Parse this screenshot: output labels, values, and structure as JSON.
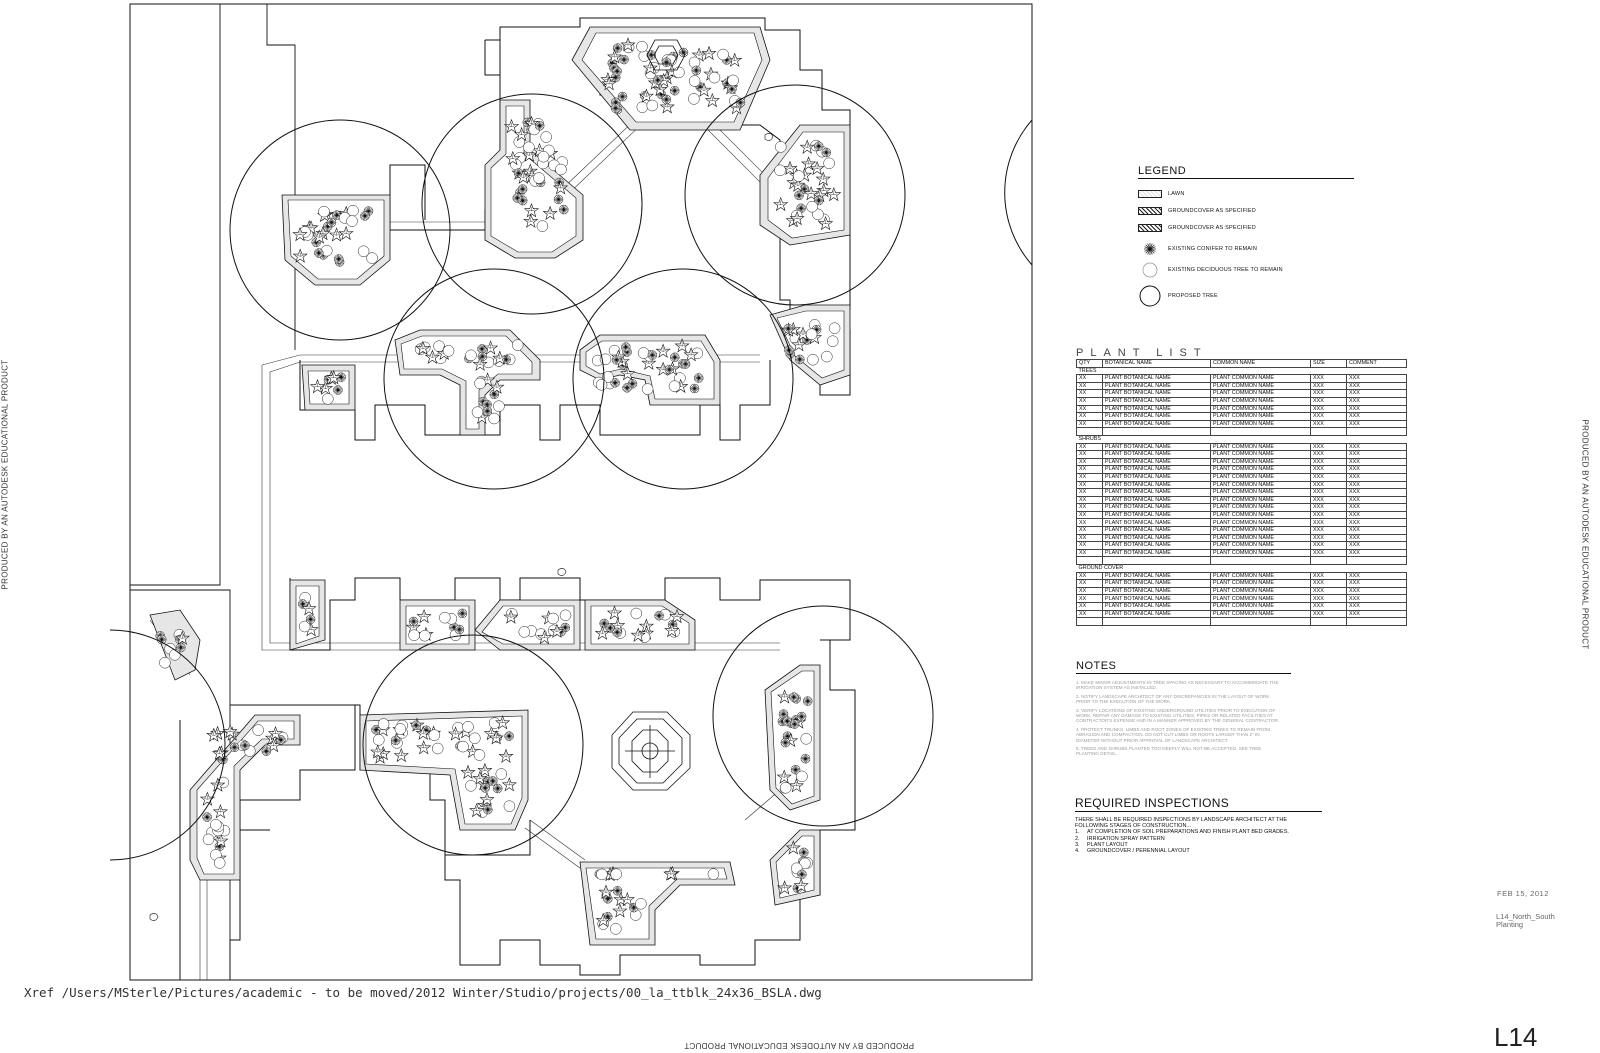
{
  "side_note": "PRODUCED BY AN AUTODESK EDUCATIONAL PRODUCT",
  "xref": "Xref /Users/MSterle/Pictures/academic - to be moved/2012 Winter/Studio/projects/00_la_ttblk_24x36_BSLA.dwg",
  "legend": {
    "title": "LEGEND",
    "items": [
      {
        "swatch": "lawn",
        "label": "LAWN"
      },
      {
        "swatch": "groundcover-1",
        "label": "GROUNDCOVER AS SPECIFIED"
      },
      {
        "swatch": "groundcover-2",
        "label": "GROUNDCOVER AS SPECIFIED"
      },
      {
        "swatch": "conifer",
        "label": "EXISTING CONIFER TO REMAIN"
      },
      {
        "swatch": "deciduous",
        "label": "EXISTING DECIDUOUS TREE TO REMAIN"
      },
      {
        "swatch": "proposed",
        "label": "PROPOSED TREE"
      }
    ]
  },
  "plant_list": {
    "title": "PLANT LIST",
    "headers": [
      "QTY",
      "BOTANICAL NAME",
      "COMMON NAME",
      "SIZE",
      "COMMENT"
    ],
    "sections": [
      {
        "name": "TREES",
        "rows": 7
      },
      {
        "name": "SHRUBS",
        "rows": 15
      },
      {
        "name": "GROUND COVER",
        "rows": 6
      }
    ],
    "row": {
      "qty": "XX",
      "botanical": "PLANT BOTANICAL NAME",
      "common": "PLANT COMMON NAME",
      "size": "XXX",
      "comment": "XXX"
    }
  },
  "notes": {
    "title": "NOTES",
    "items": [
      "1. MAKE MINOR ADJUSTMENTS IN TREE SPACING AS NECESSARY TO ACCOMMODATE THE IRRIGATION SYSTEM AS INSTALLED.",
      "2. NOTIFY LANDSCAPE ARCHITECT OF ANY DISCREPANCIES IN THE LAYOUT OF WORK PRIOR TO THE EXECUTION OF THE WORK.",
      "3. VERIFY LOCATIONS OF EXISTING UNDERGROUND UTILITIES PRIOR TO EXECUTION OF WORK. REPAIR ANY DAMAGE TO EXISTING UTILITIES, PIPES OR RELATED FACILITIES AT CONTRACTOR'S EXPENSE AND IN A MANNER APPROVED BY THE GENERAL CONTRACTOR.",
      "4. PROTECT TRUNKS, LIMBS AND ROOT ZONES OF EXISTING TREES TO REMAIN FROM ABRASION AND COMPACTION. DO NOT CUT LIMBS OR ROOTS LARGER THAN 2\" IN DIAMETER WITHOUT PRIOR APPROVAL OF LANDSCAPE ARCHITECT.",
      "5. TREES AND SHRUBS PLANTED TOO DEEPLY WILL NOT BE ACCEPTED. SEE TREE PLANTING DETAIL."
    ]
  },
  "inspections": {
    "title": "REQUIRED INSPECTIONS",
    "intro": "THERE SHALL BE REQUIRED INSPECTIONS BY LANDSCAPE ARCHITECT AT THE FOLLOWING STAGES OF CONSTRUCTION...",
    "steps": [
      {
        "n": "1.",
        "text": "AT COMPLETION OF SOIL PREPARATIONS AND FINISH PLANT BED GRADES."
      },
      {
        "n": "2.",
        "text": "IRRIGATION SPRAY PATTERN"
      },
      {
        "n": "3.",
        "text": "PLANT LAYOUT"
      },
      {
        "n": "4.",
        "text": "GROUNDCOVER / PERENNIAL LAYOUT"
      }
    ]
  },
  "title_block": {
    "date": "FEB 15, 2012",
    "name_line1": "L14_North_South",
    "name_line2": "Planting",
    "sheet": "L14"
  }
}
